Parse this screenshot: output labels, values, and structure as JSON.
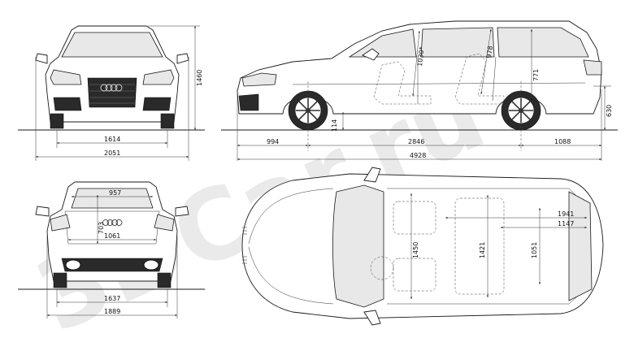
{
  "watermark": "3DCar.ru",
  "views": {
    "front": {
      "dims": {
        "height": "1460",
        "track": "1614",
        "width": "2051"
      }
    },
    "side": {
      "dims": {
        "front_overhang": "994",
        "wheelbase": "2846",
        "rear_overhang": "1088",
        "length": "4928",
        "ground_clearance": "114",
        "front_headroom": "1030*",
        "rear_headroom": "978",
        "load_height": "771",
        "sill_height": "630"
      }
    },
    "rear": {
      "dims": {
        "hatch_upper": "957",
        "hatch_height": "703",
        "hatch_lower": "1061",
        "track": "1637",
        "width": "1889"
      }
    },
    "top": {
      "dims": {
        "front_shoulder": "1450",
        "rear_shoulder": "1421",
        "cargo_width": "1051",
        "cargo_length_long": "1941",
        "cargo_length_short": "1147"
      }
    }
  }
}
